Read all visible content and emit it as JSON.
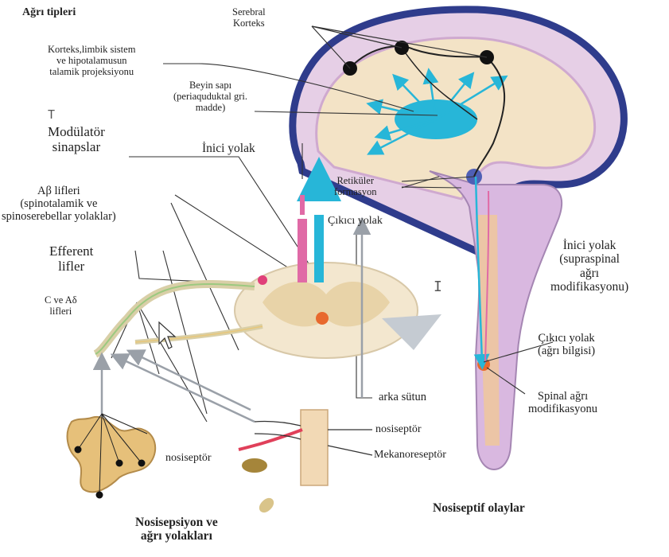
{
  "title": "Ağrı tipleri",
  "labels": {
    "serebral_korteks": [
      "Serebral",
      "Korteks"
    ],
    "korteks_limbik": [
      "Korteks,limbik sistem",
      "ve hipotalamusun",
      "talamik projeksiyonu"
    ],
    "beyin_sapi": [
      "Beyin sapı",
      "(periaquduktal gri.",
      "madde)"
    ],
    "modulator": [
      "Modülatör",
      "sinapslar"
    ],
    "inici_yolak": "İnici yolak",
    "retikuler": [
      "Retiküler",
      "formasyon"
    ],
    "cikici_yolak": "Çıkıcı yolak",
    "ab_lifleri": [
      "Aβ lifleri",
      "(spinotalamik ve",
      "spinoserebellar yolaklar)"
    ],
    "efferent": [
      "Efferent",
      "lifler"
    ],
    "c_ad": [
      "C ve Aδ",
      "lifleri"
    ],
    "inici_yolak_supra": [
      "İnici yolak",
      "(supraspinal",
      "ağrı",
      "modifikasyonu)"
    ],
    "cikici_yolak_agri": [
      "Çıkıcı yolak",
      "(ağrı bilgisi)"
    ],
    "spinal_agri": [
      "Spinal ağrı",
      "modifikasyonu"
    ],
    "arka_sutun": "arka sütun",
    "nosiseptor_right": "nosiseptör",
    "mekanoreseptor": "Mekanoreseptör",
    "nosiseptor_left": "nosiseptör",
    "nosiseptif_olaylar": "Nosiseptif olaylar",
    "nosisepsiyon": [
      "Nosisepsiyon ve",
      "ağrı yolakları"
    ]
  },
  "colors": {
    "brain_outline": "#2f3c8c",
    "brain_fill": "#e6cfe6",
    "brain_inner": "#f3e3c6",
    "spinal": "#d9b8e0",
    "ascending": "#27b6d8",
    "descending": "#e06aa6",
    "nerve": "#d9cfa7",
    "node": "#111111"
  },
  "icons": [
    "cursor-arrow-icon",
    "text-cursor-icon"
  ]
}
